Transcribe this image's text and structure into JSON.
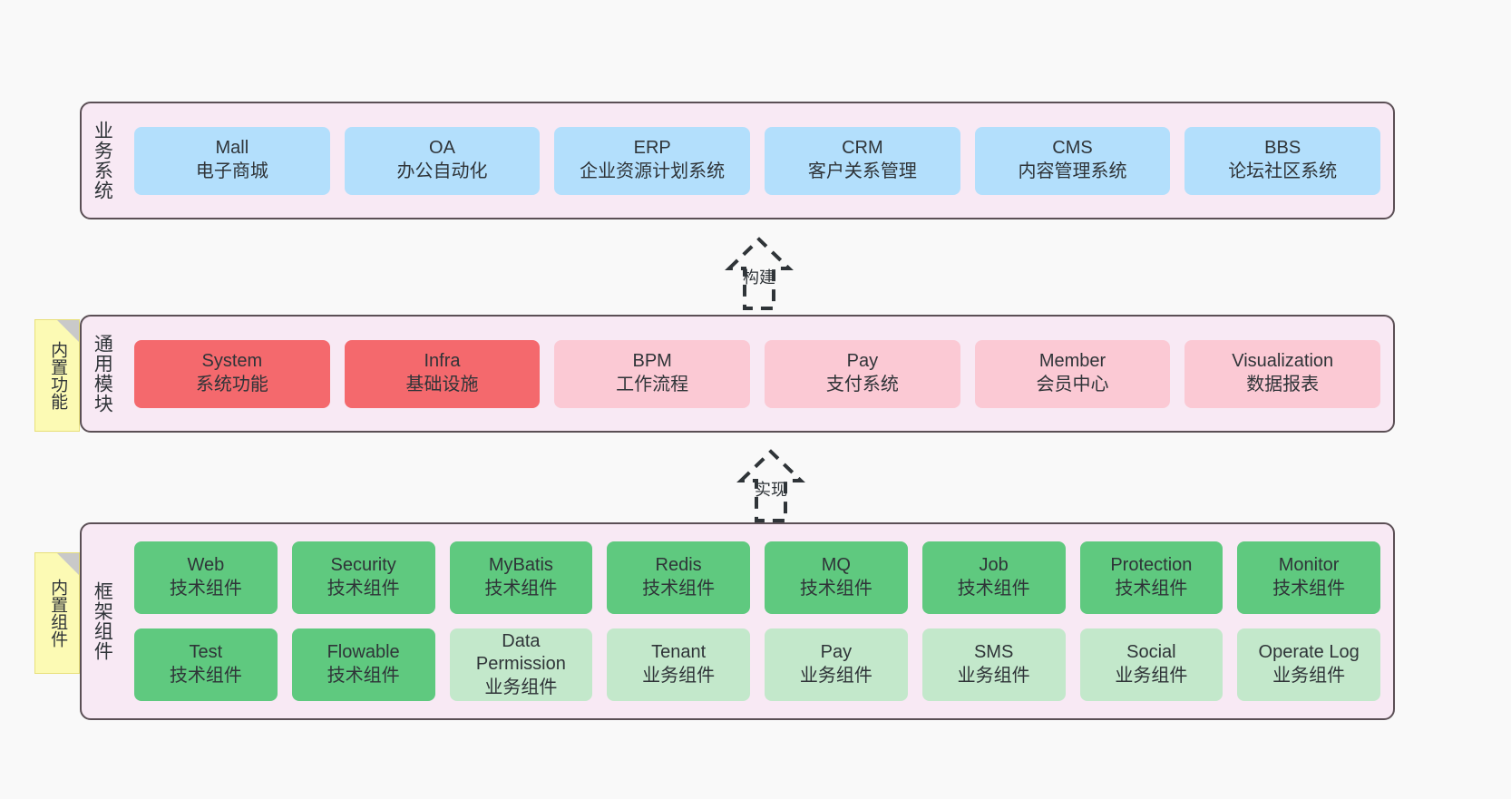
{
  "diagram": {
    "background": "#f9f9f9",
    "panel_bg": "#f8e9f4",
    "panel_border": "#5b4f55",
    "sticky_bg": "#fcfab4"
  },
  "layers": {
    "business": {
      "title": "业务系统",
      "accent": "#b3dffc",
      "cards": [
        {
          "name": "Mall",
          "desc": "电子商城"
        },
        {
          "name": "OA",
          "desc": "办公自动化"
        },
        {
          "name": "ERP",
          "desc": "企业资源计划系统"
        },
        {
          "name": "CRM",
          "desc": "客户关系管理"
        },
        {
          "name": "CMS",
          "desc": "内容管理系统"
        },
        {
          "name": "BBS",
          "desc": "论坛社区系统"
        }
      ]
    },
    "common": {
      "title": "通用模块",
      "sticky": "内置功能",
      "accent_strong": "#f4696d",
      "accent_soft": "#fbc9d4",
      "cards": [
        {
          "name": "System",
          "desc": "系统功能",
          "tone": "strong"
        },
        {
          "name": "Infra",
          "desc": "基础设施",
          "tone": "strong"
        },
        {
          "name": "BPM",
          "desc": "工作流程",
          "tone": "soft"
        },
        {
          "name": "Pay",
          "desc": "支付系统",
          "tone": "soft"
        },
        {
          "name": "Member",
          "desc": "会员中心",
          "tone": "soft"
        },
        {
          "name": "Visualization",
          "desc": "数据报表",
          "tone": "soft"
        }
      ]
    },
    "framework": {
      "title": "框架组件",
      "sticky": "内置组件",
      "accent_strong": "#5fc97f",
      "accent_soft": "#c3e8cb",
      "row1": [
        {
          "name": "Web",
          "desc": "技术组件",
          "tone": "strong"
        },
        {
          "name": "Security",
          "desc": "技术组件",
          "tone": "strong"
        },
        {
          "name": "MyBatis",
          "desc": "技术组件",
          "tone": "strong"
        },
        {
          "name": "Redis",
          "desc": "技术组件",
          "tone": "strong"
        },
        {
          "name": "MQ",
          "desc": "技术组件",
          "tone": "strong"
        },
        {
          "name": "Job",
          "desc": "技术组件",
          "tone": "strong"
        },
        {
          "name": "Protection",
          "desc": "技术组件",
          "tone": "strong"
        },
        {
          "name": "Monitor",
          "desc": "技术组件",
          "tone": "strong"
        }
      ],
      "row2": [
        {
          "name": "Test",
          "desc": "技术组件",
          "tone": "strong"
        },
        {
          "name": "Flowable",
          "desc": "技术组件",
          "tone": "strong"
        },
        {
          "name": "Data Permission",
          "desc": "业务组件",
          "tone": "soft"
        },
        {
          "name": "Tenant",
          "desc": "业务组件",
          "tone": "soft"
        },
        {
          "name": "Pay",
          "desc": "业务组件",
          "tone": "soft"
        },
        {
          "name": "SMS",
          "desc": "业务组件",
          "tone": "soft"
        },
        {
          "name": "Social",
          "desc": "业务组件",
          "tone": "soft"
        },
        {
          "name": "Operate Log",
          "desc": "业务组件",
          "tone": "soft"
        }
      ]
    }
  },
  "arrows": [
    {
      "id": "build",
      "label": "构建",
      "direction": "up",
      "style": "dashed-hollow"
    },
    {
      "id": "implement",
      "label": "实现",
      "direction": "up",
      "style": "dashed-hollow"
    }
  ]
}
